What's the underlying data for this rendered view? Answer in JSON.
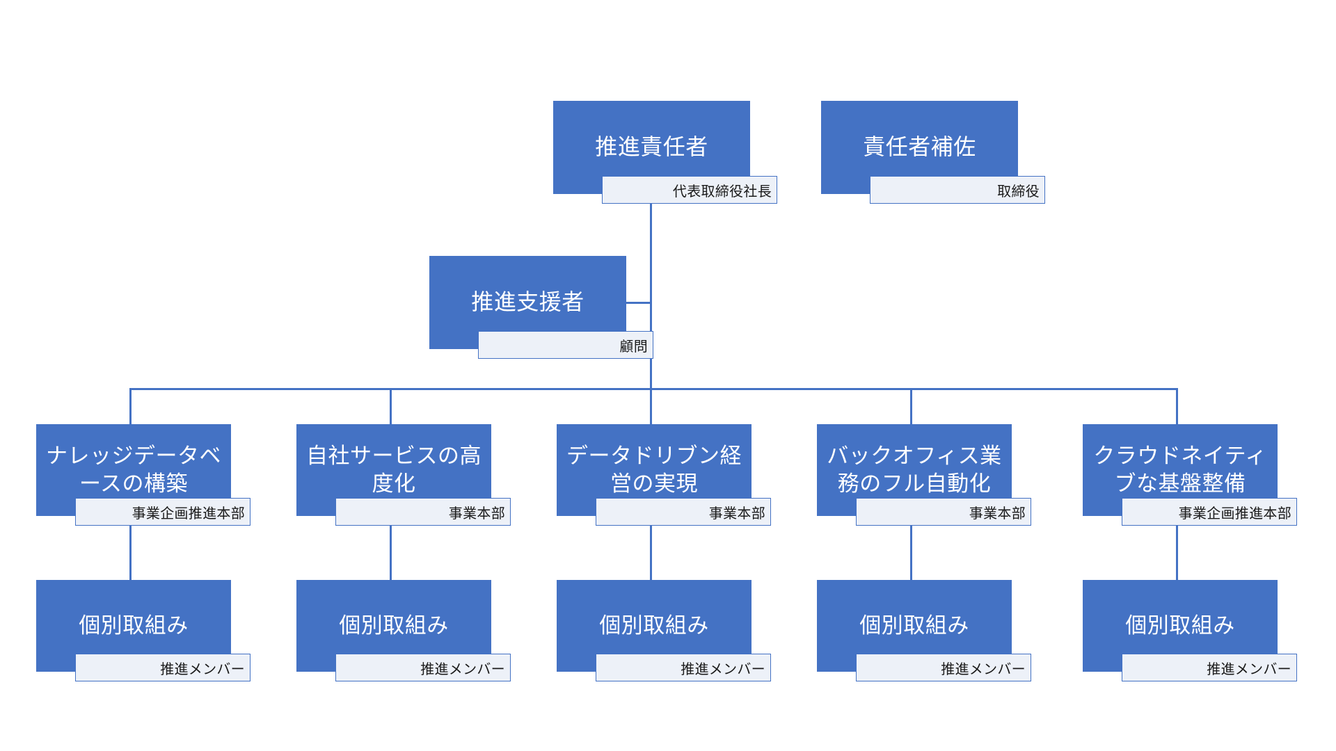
{
  "chart": {
    "type": "org-chart",
    "colors": {
      "box_fill": "#4472C4",
      "box_text": "#FFFFFF",
      "sub_fill": "#EDF1F8",
      "sub_border": "#4472C4",
      "sub_text": "#1A1A1A",
      "connector": "#4472C4",
      "background": "#FFFFFF"
    }
  },
  "nodes": {
    "leader": {
      "title": "推進責任者",
      "role": "代表取締役社長"
    },
    "deputy": {
      "title": "責任者補佐",
      "role": "取締役"
    },
    "support": {
      "title": "推進支援者",
      "role": "顧問"
    }
  },
  "initiatives": [
    {
      "title": "ナレッジデータベースの構築",
      "owner": "事業企画推進本部",
      "child": {
        "title": "個別取組み",
        "owner": "推進メンバー"
      }
    },
    {
      "title": "自社サービスの高度化",
      "owner": "事業本部",
      "child": {
        "title": "個別取組み",
        "owner": "推進メンバー"
      }
    },
    {
      "title": "データドリブン経営の実現",
      "owner": "事業本部",
      "child": {
        "title": "個別取組み",
        "owner": "推進メンバー"
      }
    },
    {
      "title": "バックオフィス業務のフル自動化",
      "owner": "事業本部",
      "child": {
        "title": "個別取組み",
        "owner": "推進メンバー"
      }
    },
    {
      "title": "クラウドネイティブな基盤整備",
      "owner": "事業企画推進本部",
      "child": {
        "title": "個別取組み",
        "owner": "推進メンバー"
      }
    }
  ]
}
